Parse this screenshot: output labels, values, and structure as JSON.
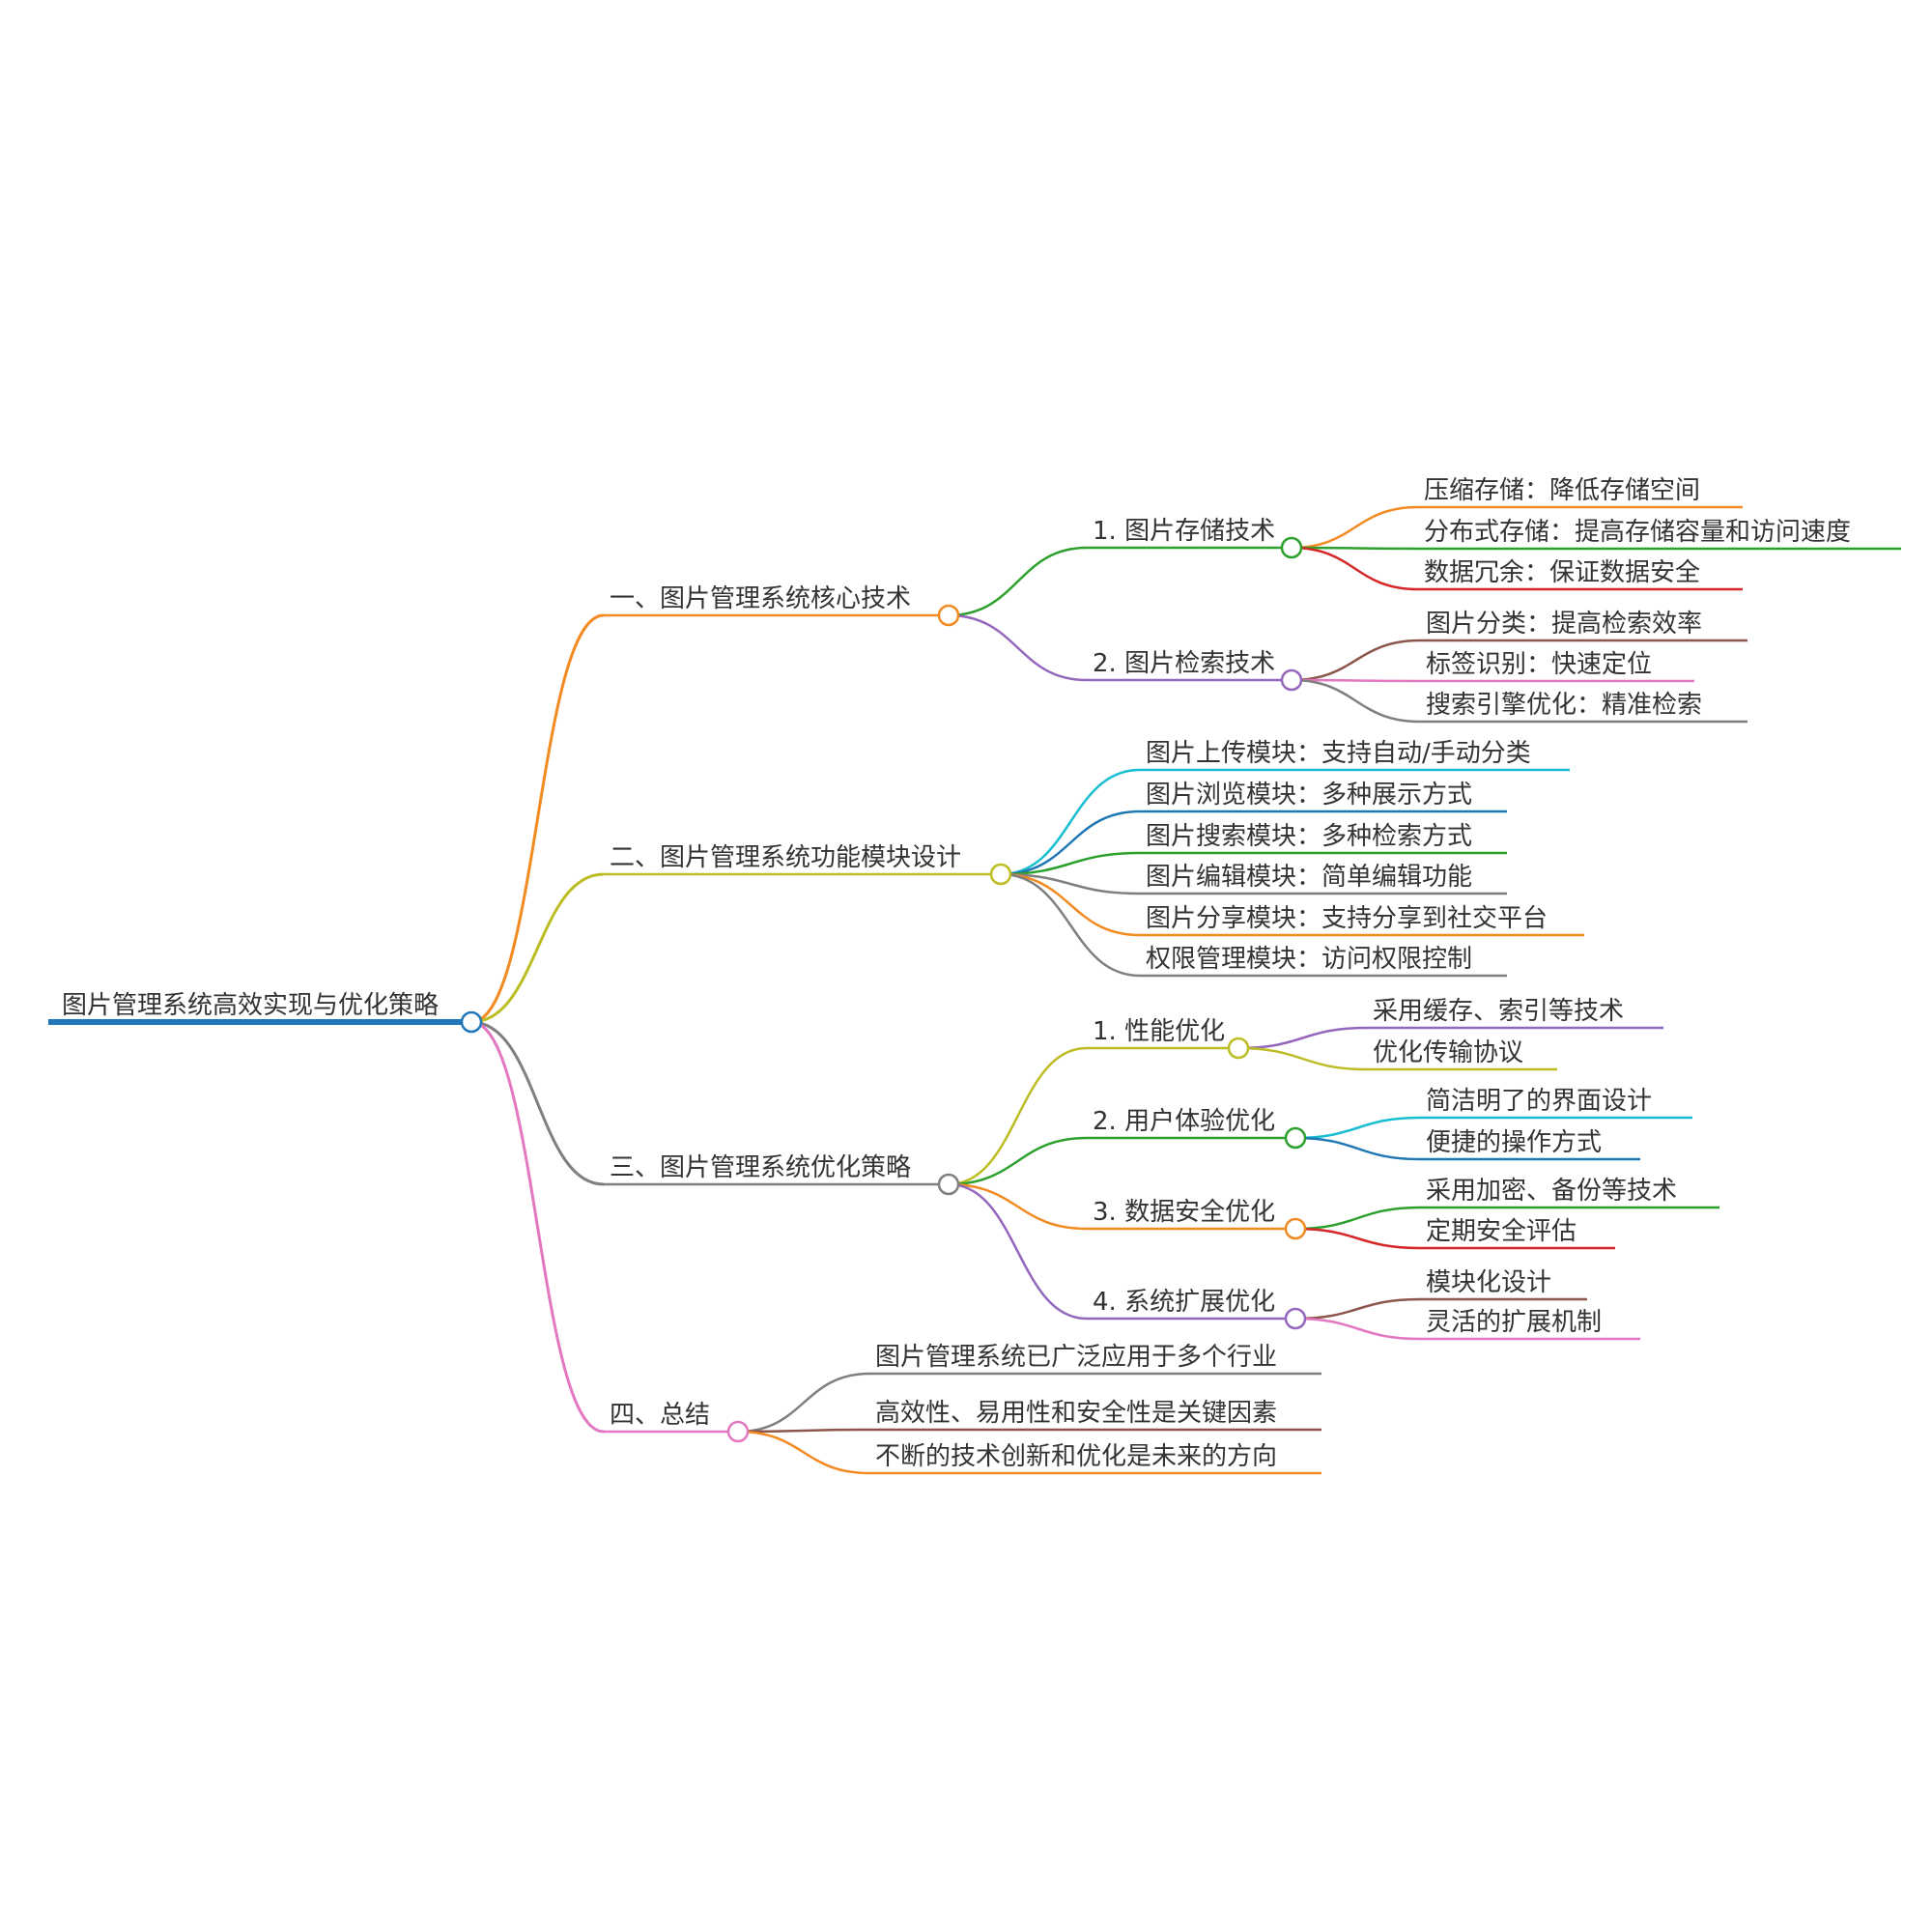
{
  "mindmap": {
    "root": {
      "label": "图片管理系统高效实现与优化策略",
      "color": "#2376b7"
    },
    "branches": [
      {
        "label": "一、图片管理系统核心技术",
        "color": "#f28a21",
        "children": [
          {
            "label": "1. 图片存储技术",
            "color": "#2ca02c",
            "children": [
              {
                "label": "压缩存储：降低存储空间",
                "color": "#f28a21"
              },
              {
                "label": "分布式存储：提高存储容量和访问速度",
                "color": "#2ca02c"
              },
              {
                "label": "数据冗余：保证数据安全",
                "color": "#d62728"
              }
            ]
          },
          {
            "label": "2. 图片检索技术",
            "color": "#9467bd",
            "children": [
              {
                "label": "图片分类：提高检索效率",
                "color": "#8c564b"
              },
              {
                "label": "标签识别：快速定位",
                "color": "#e377c2"
              },
              {
                "label": "搜索引擎优化：精准检索",
                "color": "#7f7f7f"
              }
            ]
          }
        ]
      },
      {
        "label": "二、图片管理系统功能模块设计",
        "color": "#bcbd22",
        "children": [
          {
            "label": "图片上传模块：支持自动/手动分类",
            "color": "#17becf"
          },
          {
            "label": "图片浏览模块：多种展示方式",
            "color": "#1f77b4"
          },
          {
            "label": "图片搜索模块：多种检索方式",
            "color": "#2ca02c"
          },
          {
            "label": "图片编辑模块：简单编辑功能",
            "color": "#7f7f7f"
          },
          {
            "label": "图片分享模块：支持分享到社交平台",
            "color": "#f28a21"
          },
          {
            "label": "权限管理模块：访问权限控制",
            "color": "#7f7f7f"
          }
        ]
      },
      {
        "label": "三、图片管理系统优化策略",
        "color": "#7f7f7f",
        "children": [
          {
            "label": "1. 性能优化",
            "color": "#bcbd22",
            "children": [
              {
                "label": "采用缓存、索引等技术",
                "color": "#9467bd"
              },
              {
                "label": "优化传输协议",
                "color": "#bcbd22"
              }
            ]
          },
          {
            "label": "2. 用户体验优化",
            "color": "#2ca02c",
            "children": [
              {
                "label": "简洁明了的界面设计",
                "color": "#17becf"
              },
              {
                "label": "便捷的操作方式",
                "color": "#1f77b4"
              }
            ]
          },
          {
            "label": "3. 数据安全优化",
            "color": "#f28a21",
            "children": [
              {
                "label": "采用加密、备份等技术",
                "color": "#2ca02c"
              },
              {
                "label": "定期安全评估",
                "color": "#d62728"
              }
            ]
          },
          {
            "label": "4. 系统扩展优化",
            "color": "#9467bd",
            "children": [
              {
                "label": "模块化设计",
                "color": "#8c564b"
              },
              {
                "label": "灵活的扩展机制",
                "color": "#e377c2"
              }
            ]
          }
        ]
      },
      {
        "label": "四、总结",
        "color": "#e377c2",
        "children": [
          {
            "label": "图片管理系统已广泛应用于多个行业",
            "color": "#7f7f7f"
          },
          {
            "label": "高效性、易用性和安全性是关键因素",
            "color": "#8c564b"
          },
          {
            "label": "不断的技术创新和优化是未来的方向",
            "color": "#f28a21"
          }
        ]
      }
    ]
  }
}
